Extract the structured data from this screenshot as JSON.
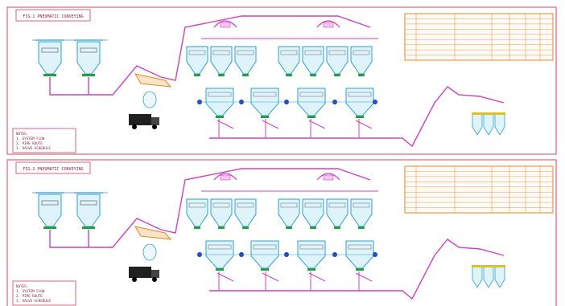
{
  "drawing": {
    "panels": [
      {
        "title": "FIG.1 PNEUMATIC CONVEYING",
        "notes": [
          "NOTES:",
          "1. SYSTEM FLOW",
          "2. PIPE ROUTE",
          "3. VALVE SCHEDULE"
        ],
        "table_rows": 8
      },
      {
        "title": "FIG.2 PNEUMATIC CONVEYING",
        "notes": [
          "NOTES:",
          "1. SYSTEM FLOW",
          "2. PIPE ROUTE",
          "3. VALVE SCHEDULE"
        ],
        "table_rows": 8
      }
    ]
  },
  "colors": {
    "frame": "#e0607a",
    "pipe": "#d040c0",
    "hopper": "#2aa0d8",
    "hopper_fill": "#dff3fb",
    "orange": "#e08a20",
    "green": "#20a040",
    "blue_valve": "#2040c0",
    "yellow": "#e0c020",
    "truck": "#202020"
  },
  "icons": [
    "silo-icon",
    "hopper-icon",
    "pipe-icon",
    "truck-icon",
    "valve-icon",
    "feeder-icon"
  ]
}
